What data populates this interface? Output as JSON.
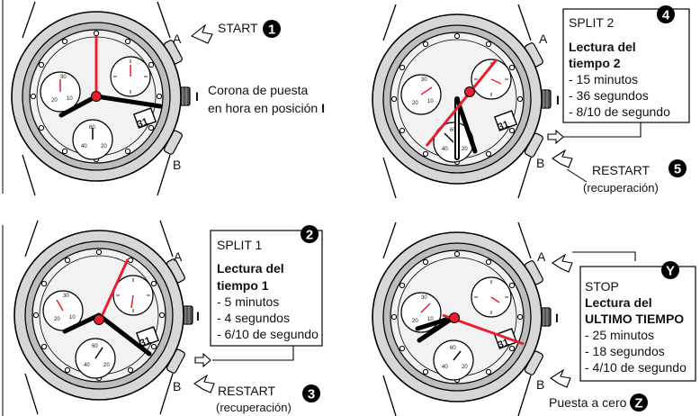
{
  "panels": {
    "p1": {
      "btn_a": "A",
      "btn_b": "B",
      "crown_mark": "I",
      "start_label": "START",
      "start_num": "1",
      "crown_line1": "Corona de puesta",
      "crown_line2_prefix": "en hora en posición",
      "crown_line2_mark": "I",
      "date": "31"
    },
    "p2": {
      "btn_a": "A",
      "btn_b": "B",
      "crown_mark": "I",
      "date": "31",
      "box_num": "4",
      "box_title": "SPLIT 2",
      "box_heading1": "Lectura del",
      "box_heading2": "tiempo 2",
      "box_items": [
        "- 15 minutos",
        "- 36 segundos",
        "- 8/10 de segundo"
      ],
      "restart_label": "RESTART",
      "restart_sub": "(recuperación)",
      "restart_num": "5"
    },
    "p3": {
      "btn_a": "A",
      "btn_b": "B",
      "crown_mark": "I",
      "date": "31",
      "box_num": "2",
      "box_title": "SPLIT 1",
      "box_heading1": "Lectura del",
      "box_heading2": "tiempo 1",
      "box_items": [
        "- 5 minutos",
        "- 4 segundos",
        "- 6/10 de segundo"
      ],
      "restart_label": "RESTART",
      "restart_sub": "(recuperación)",
      "restart_num": "3"
    },
    "p4": {
      "btn_a": "A",
      "btn_b": "B",
      "crown_mark": "I",
      "date": "31",
      "box_num": "Y",
      "box_title": "STOP",
      "box_heading1": "Lectura del",
      "box_heading2": "ULTIMO TIEMPO",
      "box_items": [
        "- 25 minutos",
        "- 18 segundos",
        "- 4/10 de segundo"
      ],
      "reset_label": "Puesta a cero",
      "reset_num": "Z"
    }
  },
  "subdial_labels": {
    "left": [
      "30",
      "10",
      "20"
    ],
    "bottom": [
      "60",
      "20",
      "40"
    ]
  },
  "colors": {
    "accent": "#e8202e",
    "dial": "#f2f2f2",
    "case_gray": "#bdbdbd",
    "ink": "#000000"
  }
}
